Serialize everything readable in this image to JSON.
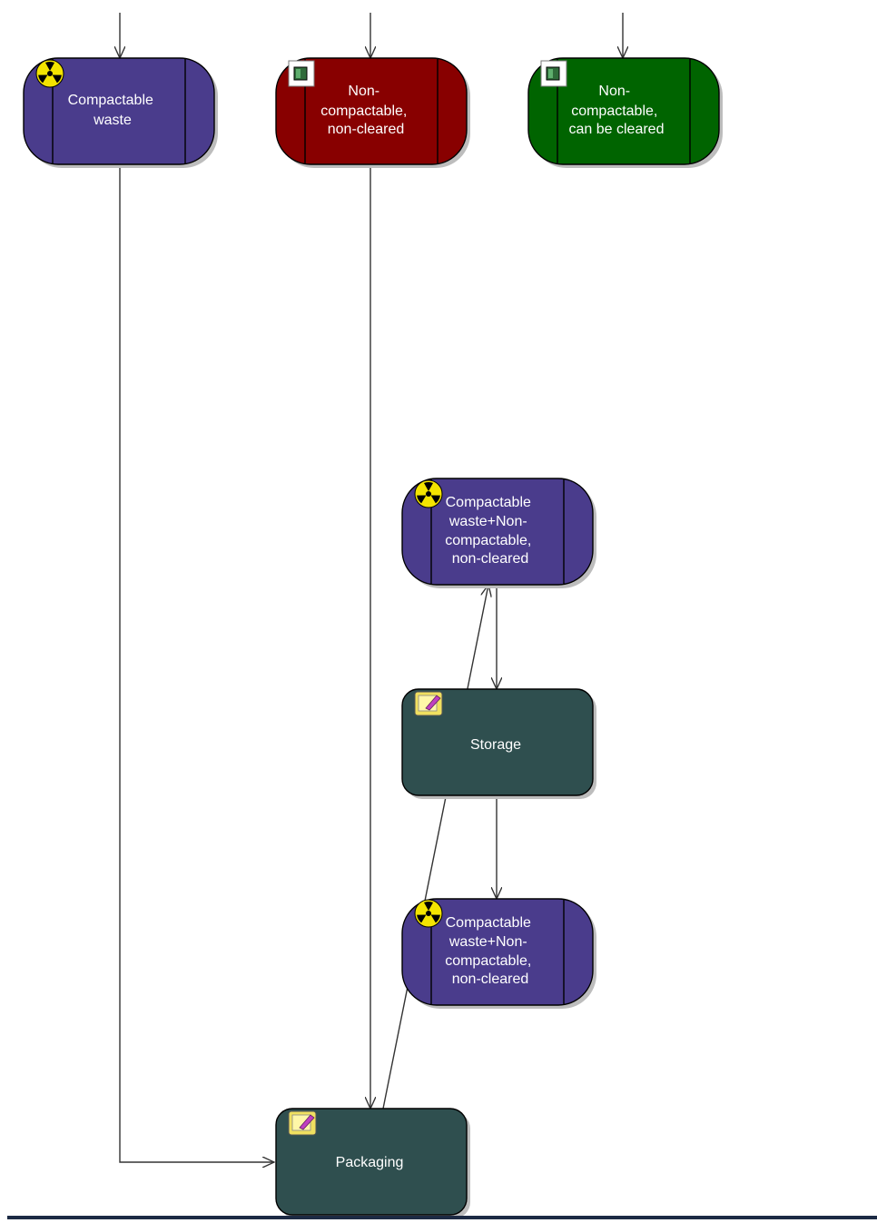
{
  "colors": {
    "compactable": "#4a3c8c",
    "non_cleared": "#880000",
    "clearable": "#006400",
    "process": "#2f4f4f",
    "edge": "#333333",
    "shadow": "#bdbdbd"
  },
  "nodes": {
    "compactable_waste": {
      "lines": [
        "Compactable",
        "waste"
      ],
      "icon": "radiation-icon"
    },
    "non_compactable_non_cleared": {
      "lines": [
        "Non-",
        "compactable,",
        "non-cleared"
      ],
      "icon": "material-icon"
    },
    "non_compactable_cleared": {
      "lines": [
        "Non-",
        "compactable,",
        "can be cleared"
      ],
      "icon": "material-icon"
    },
    "combined_waste_1": {
      "lines": [
        "Compactable",
        "waste+Non-",
        "compactable,",
        "non-cleared"
      ],
      "icon": "radiation-icon"
    },
    "storage": {
      "lines": [
        "Storage"
      ],
      "icon": "process-icon"
    },
    "combined_waste_2": {
      "lines": [
        "Compactable",
        "waste+Non-",
        "compactable,",
        "non-cleared"
      ],
      "icon": "radiation-icon"
    },
    "packaging": {
      "lines": [
        "Packaging"
      ],
      "icon": "process-icon"
    }
  }
}
